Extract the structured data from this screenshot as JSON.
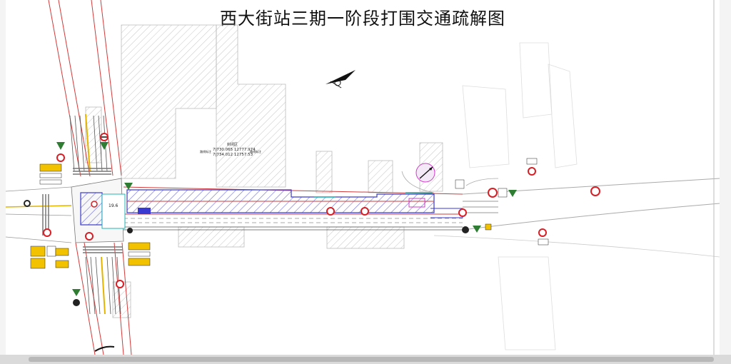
{
  "title": "西大街站三期一阶段打围交通疏解图",
  "coordinates": {
    "point_label": "封闭区",
    "line1": "7|730.065  12777.974",
    "line2": "7|734.012  12757.53",
    "side_left": "路线标注",
    "side_right": "路线标注"
  },
  "zone_measure": "19.6",
  "colors": {
    "road_edge": "#d23b3b",
    "enclosure": "#3a3ad0",
    "hatch": "#6f6fd8",
    "building_hatch": "#bdbdbd",
    "sign_red": "#d81f26",
    "sign_green": "#2e7d32",
    "sign_yellow": "#f2c200",
    "cyan": "#1fb5b5",
    "magenta": "#d03cc9"
  },
  "signs": [
    "no-entry-icon",
    "speed-limit-icon",
    "yield-icon",
    "no-left-turn-icon",
    "warning-arrow-icon"
  ]
}
